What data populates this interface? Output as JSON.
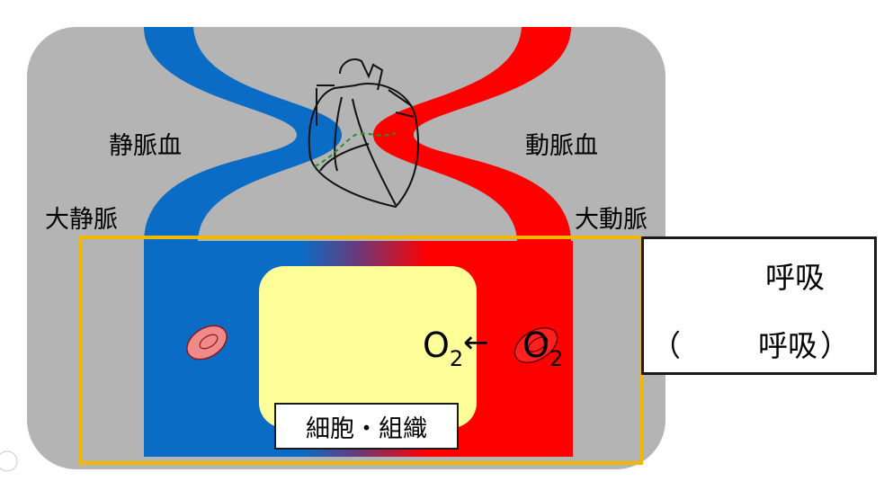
{
  "labels": {
    "venous_blood": "静脈血",
    "arterial_blood": "動脈血",
    "vena_cava": "大静脈",
    "aorta": "大動脈",
    "cells_tissue": "細胞・組織"
  },
  "oxygen": {
    "inside_base": "O",
    "inside_sub": "2",
    "outside_base": "O",
    "outside_sub": "2",
    "arrow": "←"
  },
  "respiration_box": {
    "line1": "呼吸",
    "line2_open": "（",
    "line2_word": "呼吸",
    "line2_close": "）"
  },
  "colors": {
    "background_panel": "#b4b4b4",
    "venous": "#0a6cc4",
    "arterial": "#ff0000",
    "tissue": "#ffff99",
    "frame": "#f2b800",
    "red_blood_cell": "#f08a8a"
  }
}
